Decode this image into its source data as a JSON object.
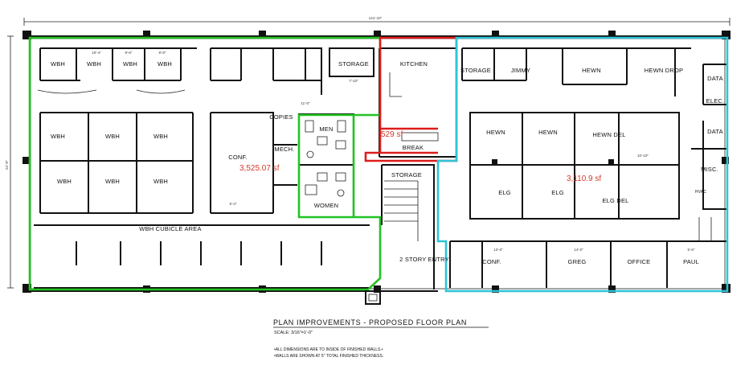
{
  "drawing": {
    "title": "PLAN IMPROVEMENTS - PROPOSED FLOOR PLAN",
    "scale": "SCALE: 3/16\"=1'-0\"",
    "notes": [
      "•ALL DIMENSIONS ARE TO INSIDE OF FINISHED WALLS.•",
      "•WALLS ARE SHOWN AT 5\" TOTAL FINISHED THICKNESS."
    ],
    "overall_dimension_top": "141'-10\"",
    "overall_dimension_left": "51'-0\""
  },
  "areas": {
    "green": "3,525.07 sf",
    "red": "529 sf",
    "cyan": "3,110.9 sf"
  },
  "zone_colors": {
    "green": "#22c322",
    "red": "#dd1c1c",
    "cyan": "#2ec4d8"
  },
  "rooms": {
    "wbh": "WBH",
    "storage": "STORAGE",
    "kitchen": "KITCHEN",
    "jimmy": "JIMMY",
    "hewn": "HEWN",
    "hewn_drop": "HEWN DROP",
    "data": "DATA",
    "elec": "ELEC.",
    "copies": "COPIES",
    "men": "MEN",
    "women": "WOMEN",
    "conf": "CONF.",
    "mech": "MECH.",
    "break": "BREAK",
    "hewn_del": "HEWN DEL",
    "misc": "MISC.",
    "elg": "ELG",
    "elg_del": "ELG DEL",
    "wbh_cubicle": "WBH CUBICLE AREA",
    "two_story": "2 STORY ENTRY",
    "greg": "GREG",
    "office": "OFFICE",
    "paul": "PAUL",
    "hvac": "HVAC"
  },
  "dimensions": {
    "room_a": "10'-4\"",
    "room_b": "9'-6\"",
    "room_c": "9'-8\"",
    "room_d": "11'-0\"",
    "room_e": "5'-4\"",
    "room_f": "7'-10\"",
    "room_g": "12'-0\"",
    "room_h": "14'-0\"",
    "room_i": "5'-6\"",
    "room_j": "10'-10\""
  }
}
